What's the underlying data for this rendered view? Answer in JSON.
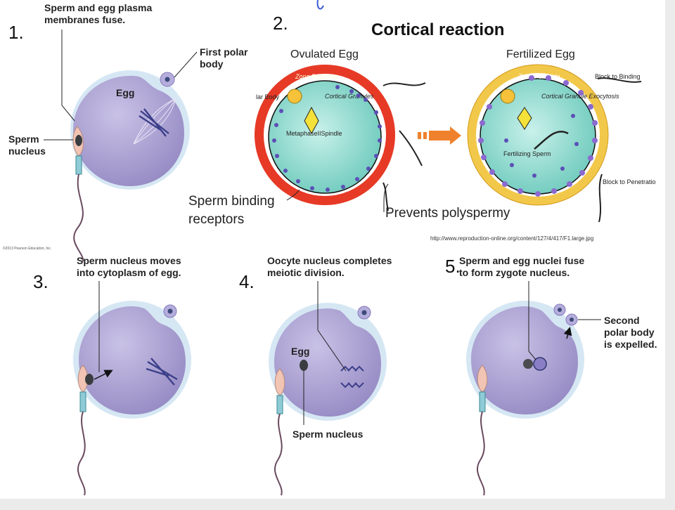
{
  "steps": {
    "s1": {
      "num": "1.",
      "caption_l1": "Sperm and egg plasma",
      "caption_l2": "membranes fuse.",
      "egg": "Egg",
      "polar_l1": "First polar",
      "polar_l2": "body",
      "sperm_l1": "Sperm",
      "sperm_l2": "nucleus"
    },
    "s2": {
      "num": "2.",
      "title": "Cortical reaction",
      "ovulated": "Ovulated Egg",
      "fertilized": "Fertilized Egg",
      "zona_left": "Zona Pellucida",
      "zona_right": "Zona Pellucida",
      "polar_body": "lar Body",
      "cortical_granules": "Cortical Granules",
      "spindle": "MetaphaseIISpindle",
      "cortical_exocytosis": "Cortical Granule Exocytosis",
      "fertilizing_sperm": "Fertilizing Sperm",
      "block_binding": "Block to Binding",
      "block_penetration": "Block to Penetratio",
      "receptors_l1": "Sperm binding",
      "receptors_l2": "receptors",
      "polyspermy": "Prevents polyspermy",
      "source": "http://www.reproduction-online.org/content/127/4/417/F1.large.jpg"
    },
    "s3": {
      "num": "3.",
      "caption_l1": "Sperm nucleus moves",
      "caption_l2": "into cytoplasm of egg."
    },
    "s4": {
      "num": "4.",
      "caption_l1": "Oocyte nucleus completes",
      "caption_l2": "meiotic division.",
      "egg": "Egg",
      "sperm": "Sperm nucleus"
    },
    "s5": {
      "num": "5.",
      "caption_l1": "Sperm and egg nuclei fuse",
      "caption_l2": "to form zygote nucleus.",
      "second_l1": "Second",
      "second_l2": "polar body",
      "second_l3": "is expelled."
    }
  },
  "copyright": "©2013 Pearson Education, Inc.",
  "colors": {
    "egg_fill": "#a99fd0",
    "egg_rim": "#cfe2f1",
    "zona_red": "#e53322",
    "zona_yellow": "#f0c640",
    "cytoplasm": "#7fd5c8",
    "granule": "#5b4fb6",
    "arrow_orange": "#f0812c"
  }
}
